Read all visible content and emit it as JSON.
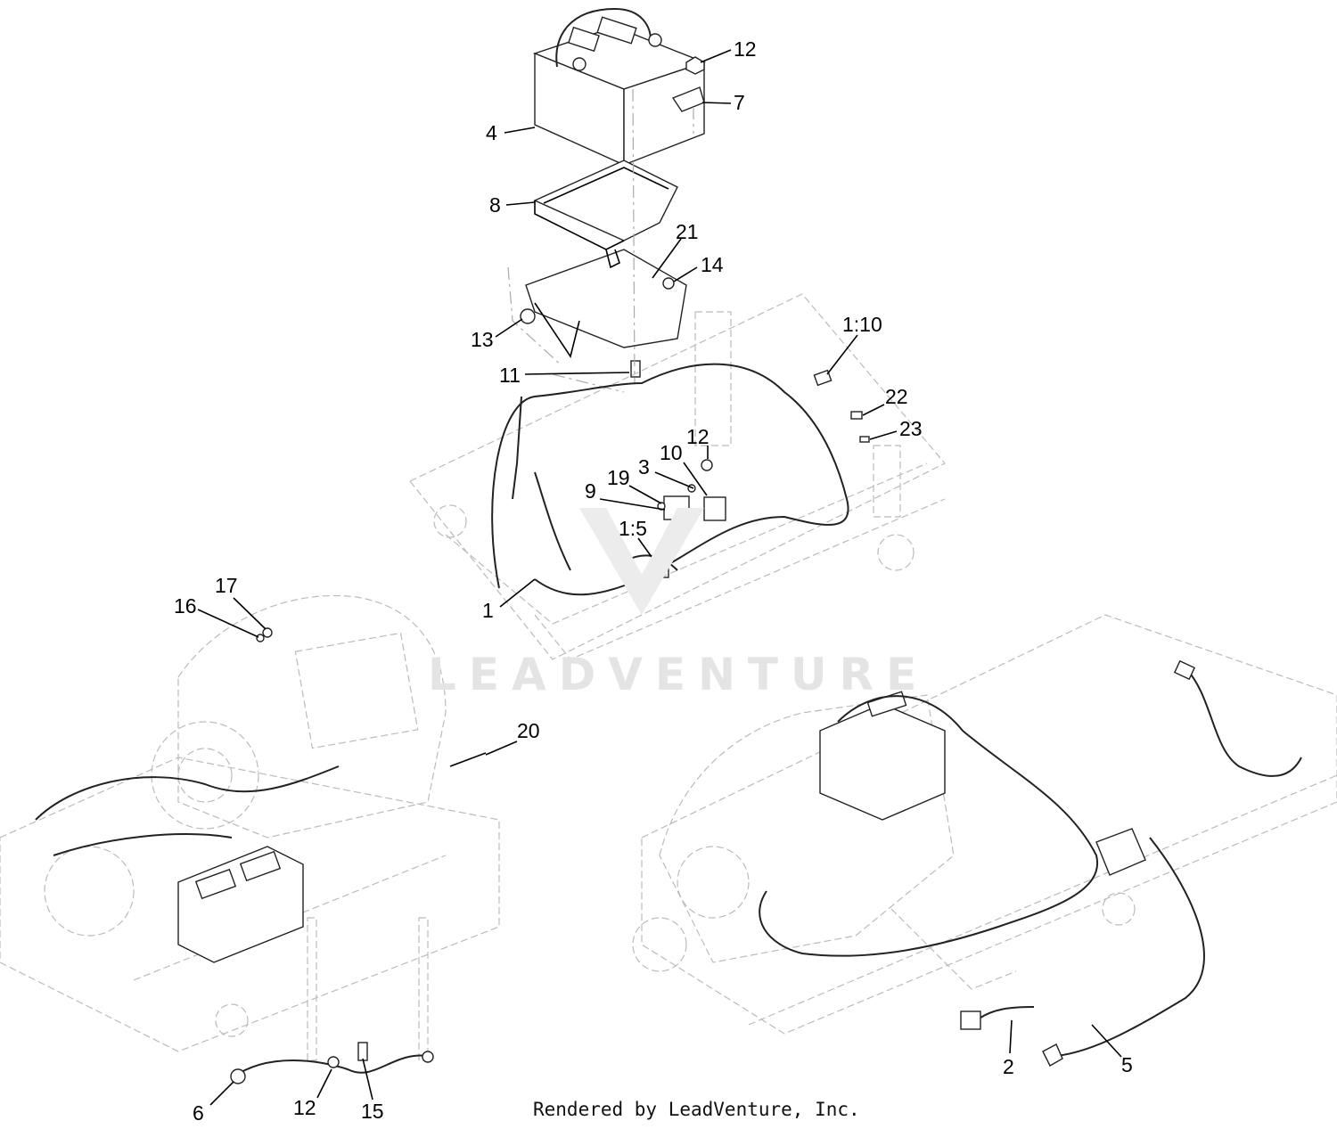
{
  "labels": {
    "l12a": "12",
    "l7": "7",
    "l4": "4",
    "l8": "8",
    "l21": "21",
    "l14": "14",
    "l13": "13",
    "l110": "1:10",
    "l11": "11",
    "l22": "22",
    "l23": "23",
    "l12b": "12",
    "l10": "10",
    "l3": "3",
    "l19": "19",
    "l9": "9",
    "l15a": "1:5",
    "l1": "1",
    "l17": "17",
    "l16": "16",
    "l20": "20",
    "l6": "6",
    "l12c": "12",
    "l15": "15",
    "l2": "2",
    "l5": "5"
  },
  "watermark": "LEADVENTURE",
  "footer": "Rendered by LeadVenture, Inc."
}
